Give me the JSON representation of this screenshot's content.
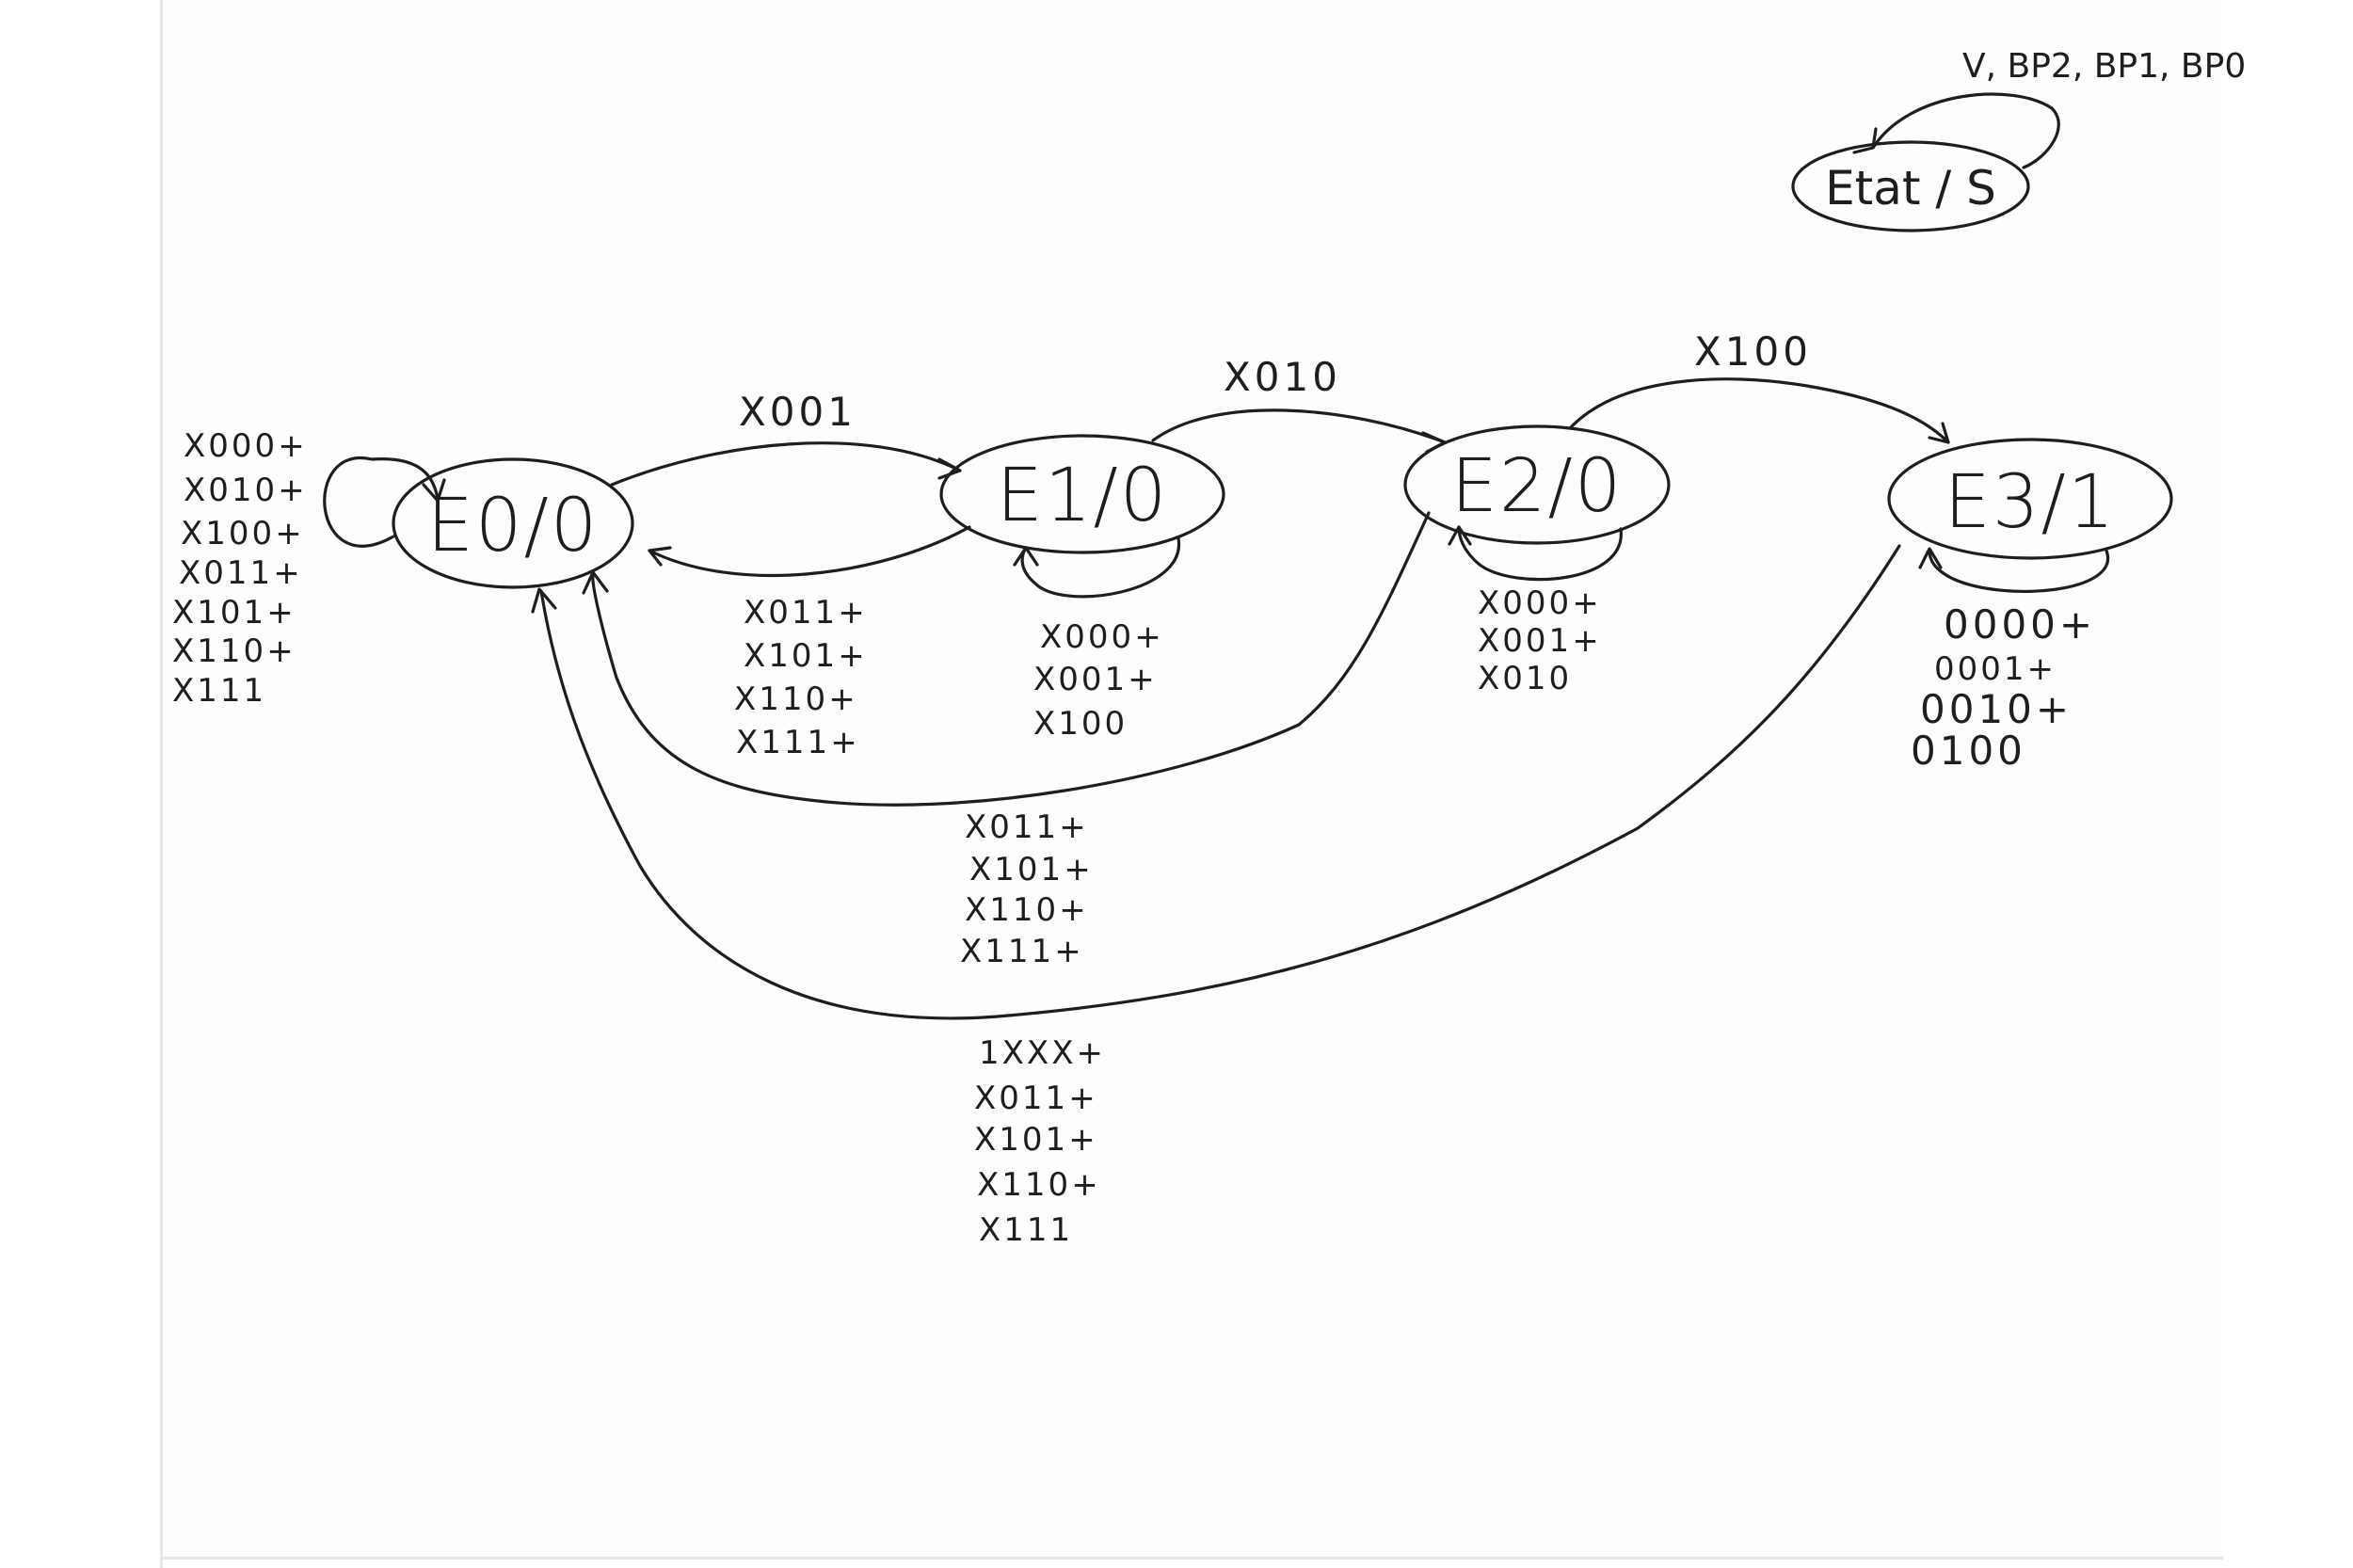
{
  "legend": {
    "inputs": "V, BP2, BP1, BP0",
    "state": "Etat / S"
  },
  "states": {
    "e0": "E0/0",
    "e1": "E1/0",
    "e2": "E2/0",
    "e3": "E3/1"
  },
  "transitions": {
    "e0_to_e1": "X001",
    "e1_to_e2": "X010",
    "e2_to_e3": "X100",
    "e0_self": [
      "X000+",
      "X010+",
      "X100+",
      "X011+",
      "X101+",
      "X110+",
      "X111"
    ],
    "e1_to_e0": [
      "X011+",
      "X101+",
      "X110+",
      "X111+"
    ],
    "e1_self": [
      "X000+",
      "X001+",
      "X100"
    ],
    "e2_self": [
      "X000+",
      "X001+",
      "X010"
    ],
    "e2_to_e0": [
      "X011+",
      "X101+",
      "X110+",
      "X111+"
    ],
    "e3_self": [
      "0000+",
      "0001+",
      "0010+",
      "0100"
    ],
    "e3_to_e0": [
      "1XXX+",
      "X011+",
      "X101+",
      "X110+",
      "X111"
    ]
  }
}
